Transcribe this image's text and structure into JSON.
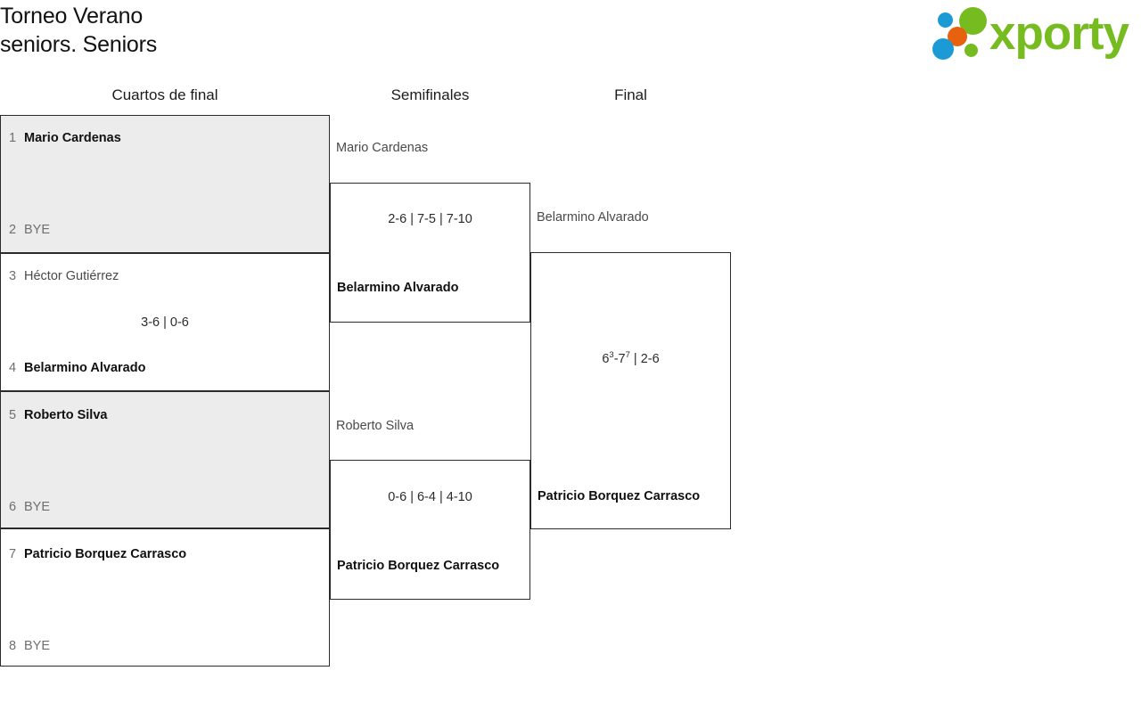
{
  "header": {
    "title_line1": "Torneo Verano",
    "title_line2": "seniors. Seniors",
    "logo_word": "xporty",
    "logo_colors": {
      "green": "#76bc21",
      "blue": "#1b9ad6",
      "orange": "#e8610f"
    }
  },
  "rounds": [
    {
      "label": "Cuartos de final"
    },
    {
      "label": "Semifinales"
    },
    {
      "label": "Final"
    }
  ],
  "quarterfinals": [
    {
      "shaded": true,
      "score": "",
      "top": {
        "seed": "1",
        "name": "Mario Cardenas",
        "winner": true,
        "bye": false
      },
      "bottom": {
        "seed": "2",
        "name": "BYE",
        "winner": false,
        "bye": true
      }
    },
    {
      "shaded": false,
      "score": "3-6 | 0-6",
      "top": {
        "seed": "3",
        "name": "Héctor Gutiérrez",
        "winner": false,
        "bye": false
      },
      "bottom": {
        "seed": "4",
        "name": "Belarmino Alvarado",
        "winner": true,
        "bye": false
      }
    },
    {
      "shaded": true,
      "score": "",
      "top": {
        "seed": "5",
        "name": "Roberto Silva",
        "winner": true,
        "bye": false
      },
      "bottom": {
        "seed": "6",
        "name": "BYE",
        "winner": false,
        "bye": true
      }
    },
    {
      "shaded": false,
      "score": "",
      "top": {
        "seed": "7",
        "name": "Patricio Borquez Carrasco",
        "winner": true,
        "bye": false
      },
      "bottom": {
        "seed": "8",
        "name": "BYE",
        "winner": false,
        "bye": true
      }
    }
  ],
  "semifinals": [
    {
      "top_player": "Mario Cardenas",
      "score": "2-6 | 7-5 | 7-10",
      "winner_name": "Belarmino Alvarado"
    },
    {
      "top_player": "Roberto Silva",
      "score": "0-6 | 6-4 | 4-10",
      "winner_name": "Patricio Borquez Carrasco"
    }
  ],
  "final": {
    "top_player": "Belarmino Alvarado",
    "score_main_1": "6",
    "score_tb_1": "3",
    "score_sep_1": "-7",
    "score_tb_2": "7",
    "score_rest": " | 2-6",
    "score_plain": "6(3)-7(7) | 2-6",
    "winner_name": "Patricio Borquez Carrasco"
  }
}
